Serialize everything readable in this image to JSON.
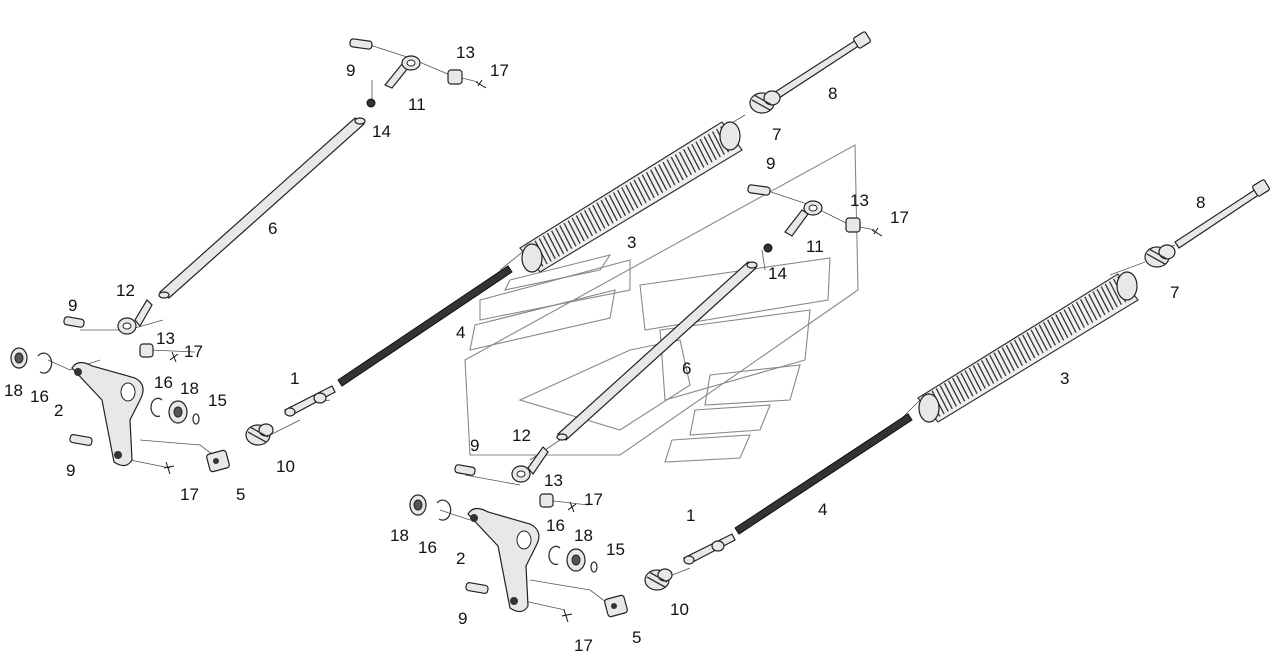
{
  "diagram": {
    "callouts": {
      "a1": "1",
      "a2": "2",
      "a3": "3",
      "a4": "4",
      "a5": "5",
      "a6": "6",
      "a7": "7",
      "a8": "8",
      "a9a": "9",
      "a9b": "9",
      "a10": "10",
      "a11": "11",
      "a12": "12",
      "a13a": "13",
      "a13b": "13",
      "a14": "14",
      "a15": "15",
      "a16a": "16",
      "a16b": "16",
      "a17a": "17",
      "a17b": "17",
      "a17c": "17",
      "a18a": "18",
      "a18b": "18",
      "b1": "1",
      "b2": "2",
      "b3": "3",
      "b4": "4",
      "b5": "5",
      "b6": "6",
      "b7": "7",
      "b8": "8",
      "b9a": "9",
      "b9b": "9",
      "b10": "10",
      "b11": "11",
      "b12": "12",
      "b13a": "13",
      "b13b": "13",
      "b14": "14",
      "b15": "15",
      "b16a": "16",
      "b16b": "16",
      "b17a": "17",
      "b17b": "17",
      "b17c": "17",
      "b18a": "18",
      "b18b": "18"
    }
  }
}
